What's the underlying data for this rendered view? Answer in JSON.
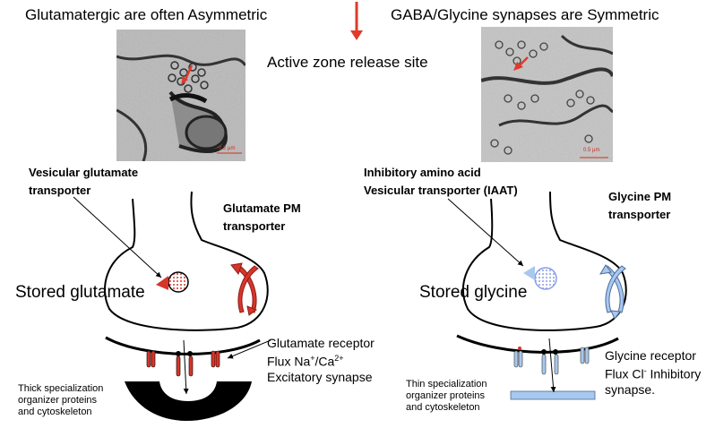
{
  "titles": {
    "left": "Glutamatergic are often Asymmetric",
    "right": "GABA/Glycine synapses are Symmetric",
    "center": "Active zone release site"
  },
  "left": {
    "vesicular_line1": "Vesicular glutamate",
    "vesicular_line2": "transporter",
    "pm_line1": "Glutamate PM",
    "pm_line2": "transporter",
    "stored": "Stored glutamate",
    "receptor_line1": "Glutamate receptor",
    "receptor_flux_prefix": "Flux Na",
    "receptor_flux_sup1": "+",
    "receptor_flux_mid": "/Ca",
    "receptor_flux_sup2": "2+",
    "receptor_line3": "Excitatory synapse",
    "spec_line1": "Thick specialization",
    "spec_line2": "organizer proteins",
    "spec_line3": "and cytoskeleton",
    "micrograph_scale": "0.2 μm"
  },
  "right": {
    "vesicular_line1": "Inhibitory amino acid",
    "vesicular_line2": "Vesicular transporter (IAAT)",
    "pm_line1": "Glycine PM",
    "pm_line2": "transporter",
    "stored": "Stored glycine",
    "receptor_line1": "Glycine receptor",
    "receptor_flux_prefix": "Flux Cl",
    "receptor_flux_sup": "-",
    "receptor_flux_suffix": " Inhibitory",
    "receptor_line3": "synapse.",
    "spec_line1": "Thin specialization",
    "spec_line2": "organizer proteins",
    "spec_line3": "and cytoskeleton",
    "micrograph_scale": "0.5 μm"
  },
  "colors": {
    "excitatory": "#d8352a",
    "inhibitory": "#a8c8ee",
    "arrow": "#e03a2a"
  }
}
